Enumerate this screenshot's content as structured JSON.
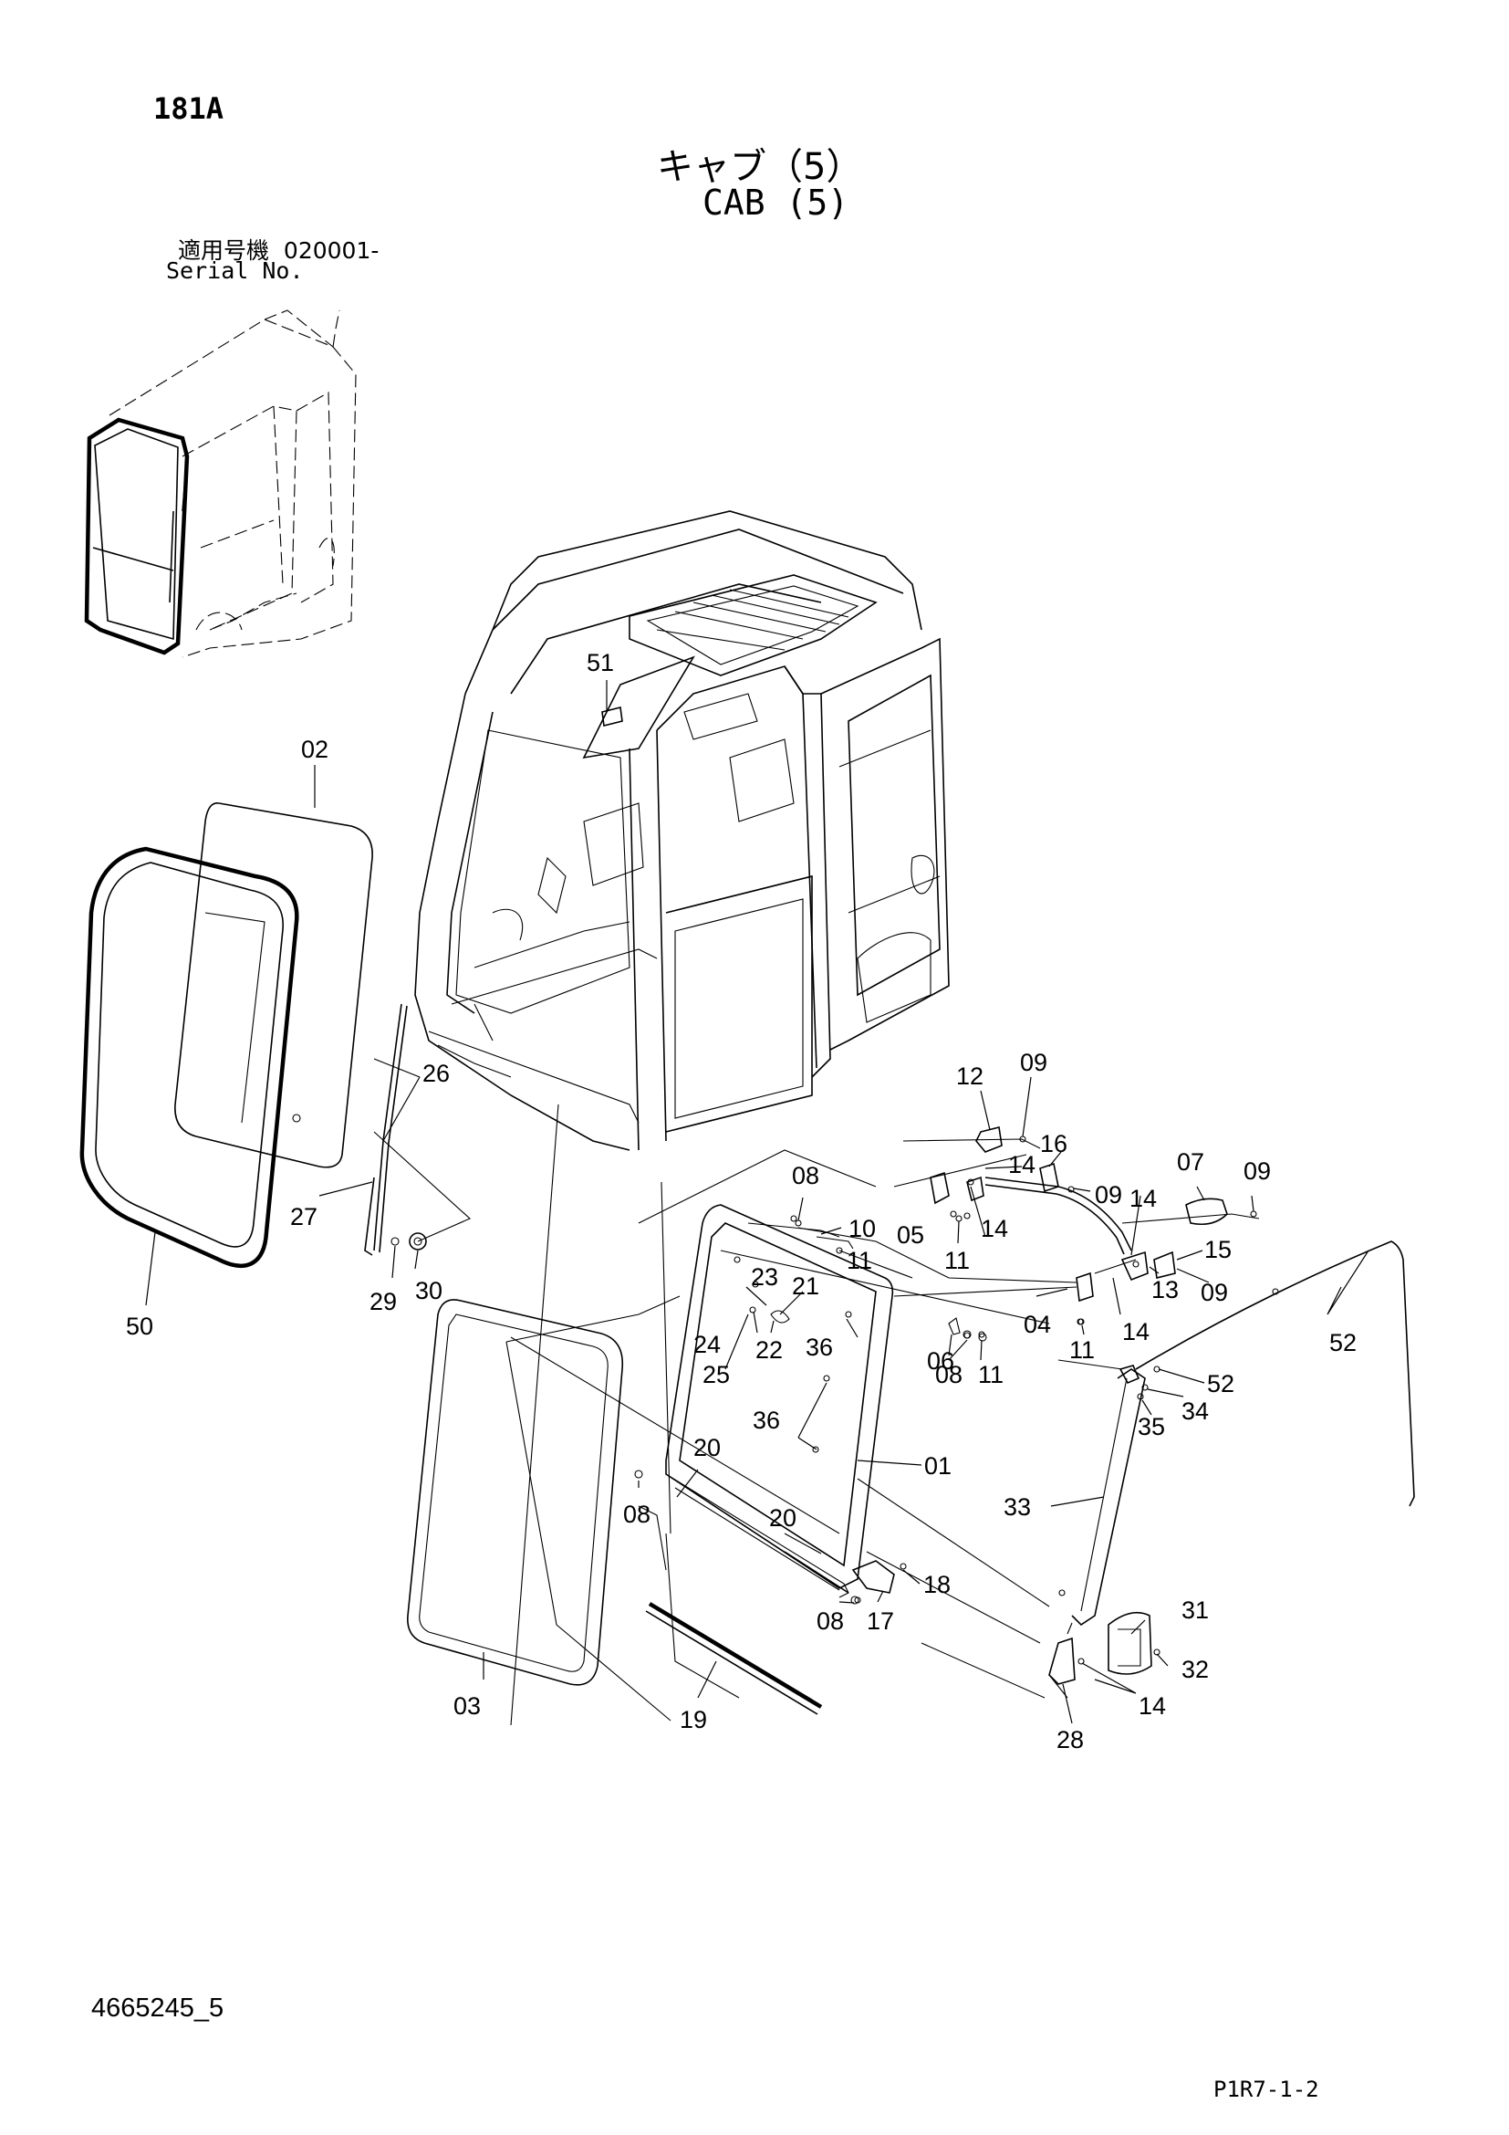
{
  "header": {
    "section": "181A",
    "title_jp": "キャブ（5）",
    "title_en": "CAB (5)",
    "serial_label_jp": "適用号機",
    "serial_value": "020001-",
    "serial_label_en": "Serial No."
  },
  "footer": {
    "doc_number": "4665245_5",
    "page_code": "P1R7-1-2"
  },
  "callouts": {
    "c51": "51",
    "c02": "02",
    "c26": "26",
    "c27": "27",
    "c50": "50",
    "c29": "29",
    "c30": "30",
    "c03": "03",
    "c19": "19",
    "c12": "12",
    "c09a": "09",
    "c16": "16",
    "c07": "07",
    "c09b": "09",
    "c08a": "08",
    "c14a": "14",
    "c09c": "09",
    "c05": "05",
    "c10": "10",
    "c11a": "11",
    "c11b": "11",
    "c14b": "14",
    "c14c": "14",
    "c15": "15",
    "c23": "23",
    "c21": "21",
    "c13": "13",
    "c09d": "09",
    "c04": "04",
    "c14d": "14",
    "c24": "24",
    "c22": "22",
    "c36a": "36",
    "c25": "25",
    "c06": "06",
    "c08b": "08",
    "c11c": "11",
    "c11d": "11",
    "c52a": "52",
    "c52b": "52",
    "c34": "34",
    "c35": "35",
    "c36b": "36",
    "c20a": "20",
    "c01": "01",
    "c33": "33",
    "c08c": "08",
    "c20b": "20",
    "c18": "18",
    "c08d": "08",
    "c17": "17",
    "c31": "31",
    "c32": "32",
    "c14e": "14",
    "c28": "28"
  }
}
